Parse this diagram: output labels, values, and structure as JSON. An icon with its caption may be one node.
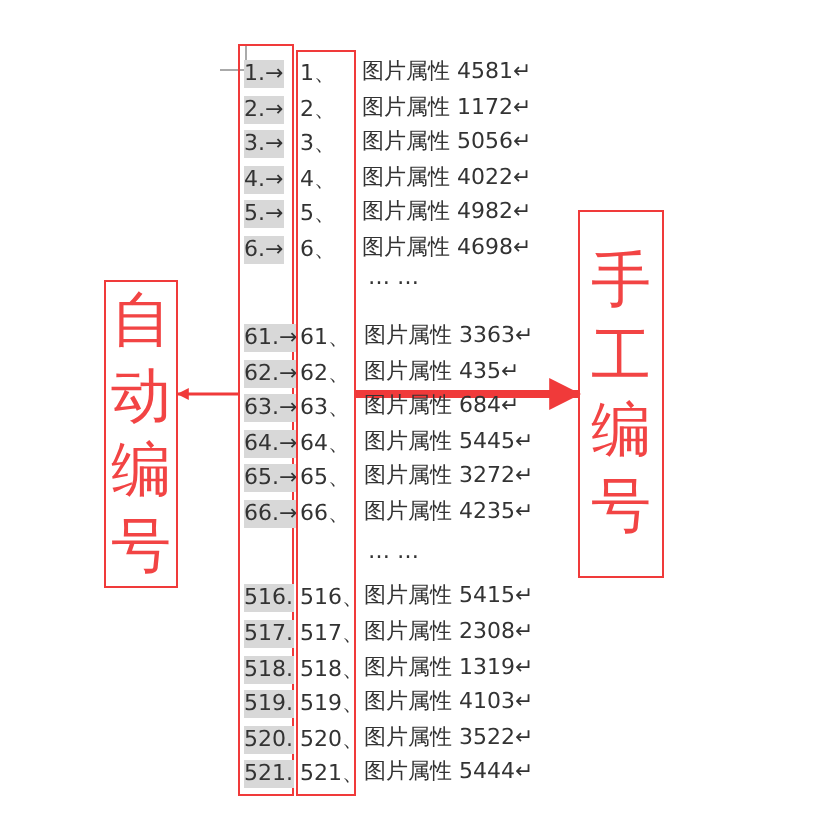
{
  "diagram": {
    "nodes": [
      {
        "text": [
          "自动编号"
        ]
      },
      {
        "text": [
          "1.→",
          "2.→",
          "3.→",
          "4.→",
          "5.→",
          "6.→",
          "61.→",
          "62.→",
          "63.→",
          "64.→",
          "65.→",
          "66.→",
          "516.",
          "517.",
          "518.",
          "519.",
          "520.",
          "521."
        ]
      },
      {
        "text": [
          "1、",
          "2、",
          "3、",
          "4、",
          "5、",
          "6、",
          "61、",
          "62、",
          "63、",
          "64、",
          "65、",
          "66、",
          "516、",
          "517、",
          "518、",
          "519、",
          "520、",
          "521、"
        ]
      },
      {
        "text": [
          "手工编号"
        ]
      }
    ],
    "edges": [
      {
        "from": 1,
        "to": 0,
        "arrow": "to"
      },
      {
        "from": 2,
        "to": 3,
        "arrow": "to",
        "style": "thick"
      }
    ],
    "labels": [
      "图片属性 4581↵",
      "图片属性 1172↵",
      "图片属性 5056↵",
      "图片属性 4022↵",
      "图片属性 4982↵",
      "图片属性 4698↵",
      "… …",
      "图片属性 3363↵",
      "图片属性 435↵",
      "图片属性 684↵",
      "图片属性 5445↵",
      "图片属性 3272↵",
      "图片属性 4235↵",
      "… …",
      "图片属性 5415↵",
      "图片属性 2308↵",
      "图片属性 1319↵",
      "图片属性 4103↵",
      "图片属性 3522↵",
      "图片属性 5444↵"
    ]
  }
}
